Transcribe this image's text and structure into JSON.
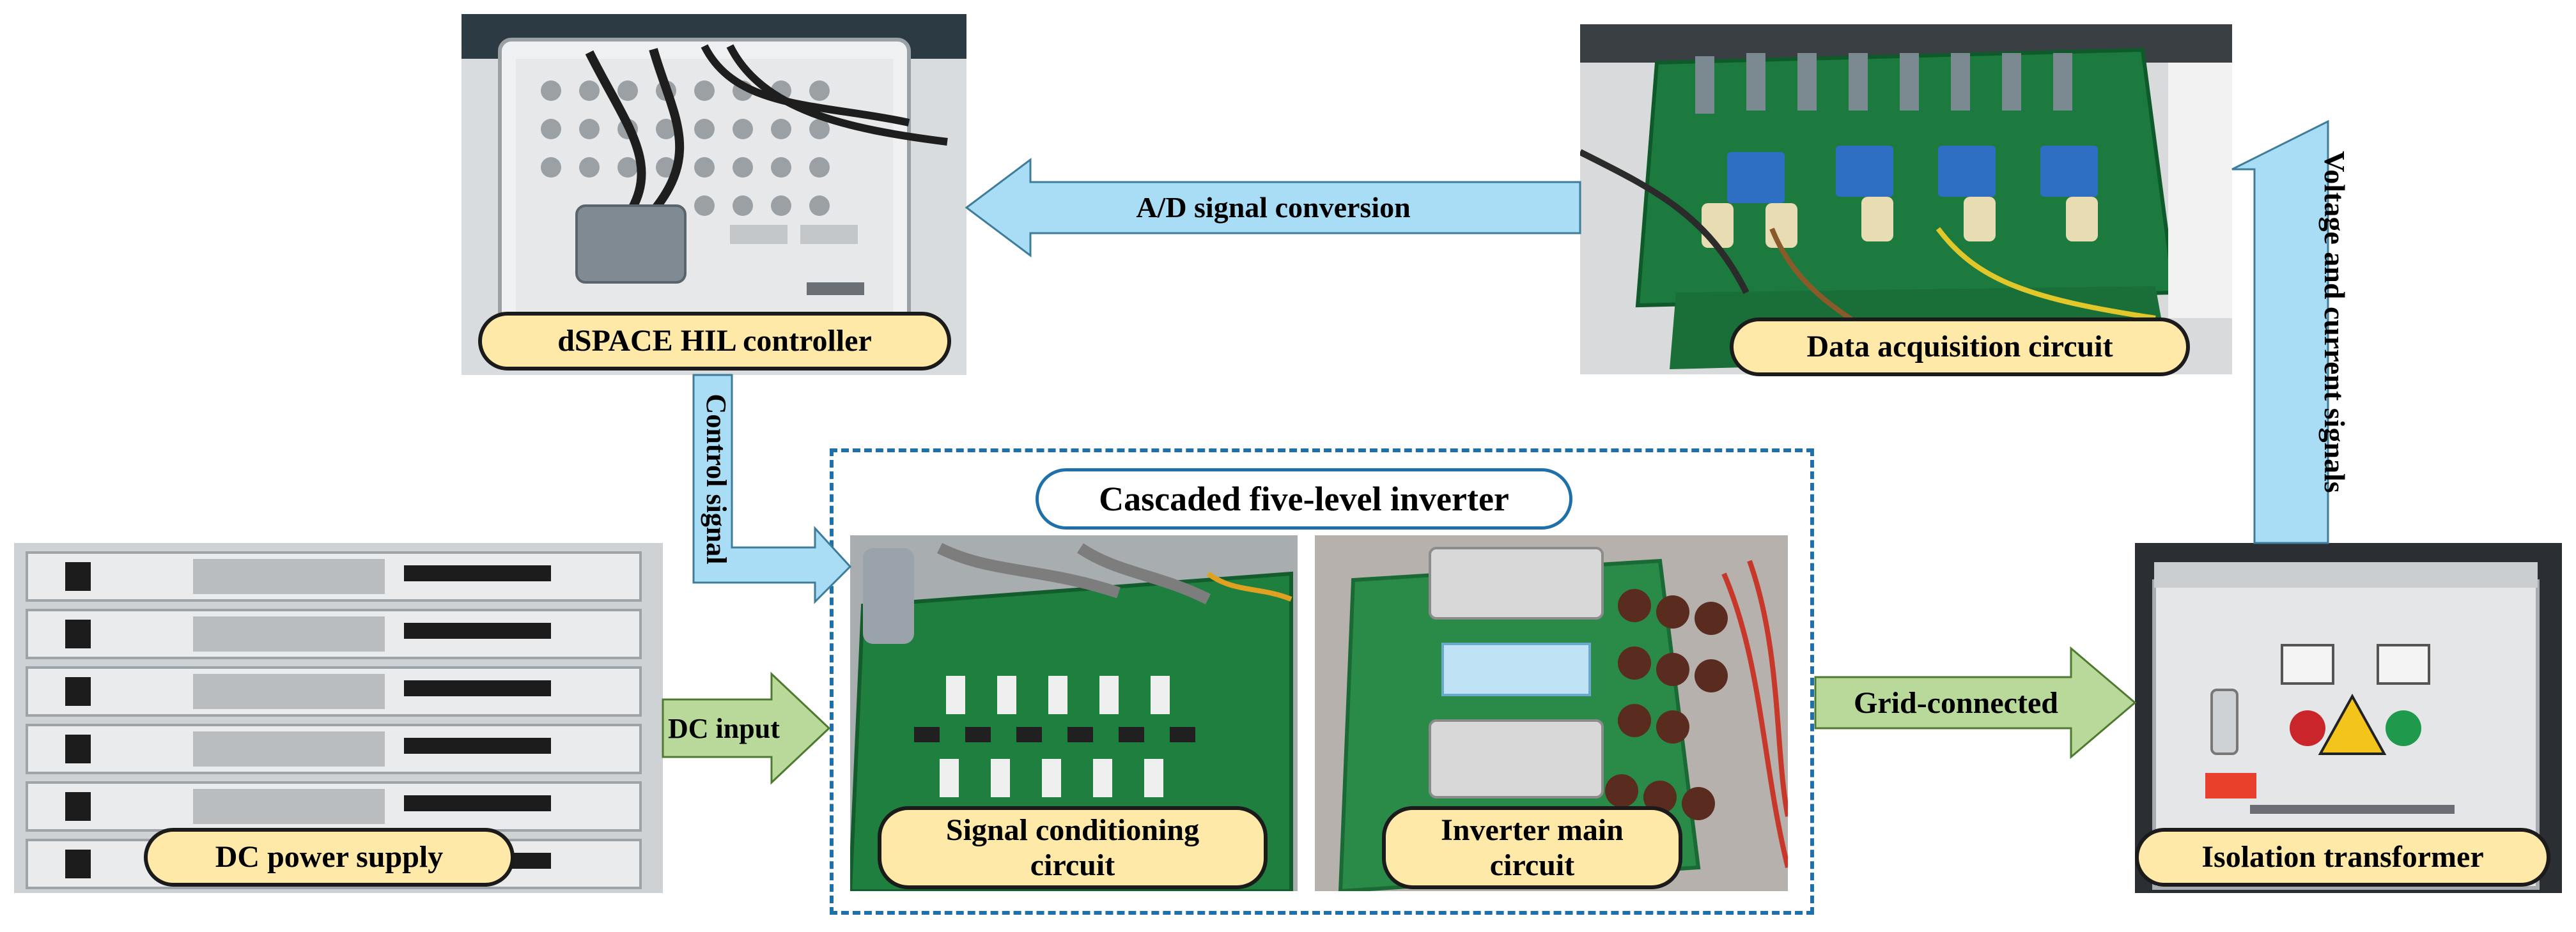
{
  "photos": {
    "dspace": "dspace-photo",
    "acquisition": "data-acquisition-photo",
    "power_supply": "dc-power-supply-photo",
    "signal_board": "signal-conditioning-photo",
    "inverter_board": "inverter-main-photo",
    "transformer": "isolation-transformer-photo"
  },
  "labels": {
    "dspace": "dSPACE HIL controller",
    "acquisition": "Data acquisition circuit",
    "power_supply": "DC power supply",
    "signal_conditioning": "Signal conditioning circuit",
    "inverter_main": "Inverter main circuit",
    "transformer": "Isolation transformer",
    "group": "Cascaded five-level inverter"
  },
  "arrows": {
    "ad": "A/D signal conversion",
    "control": "Control signal",
    "dc_input": "DC input",
    "grid": "Grid-connected",
    "voltage": "Voltage and current signals"
  },
  "colors": {
    "blue_arrow": "#a9dcf5",
    "green_arrow": "#b9d99a",
    "label_fill": "#ffe9a8",
    "dashed_border": "#1f6fa8"
  }
}
